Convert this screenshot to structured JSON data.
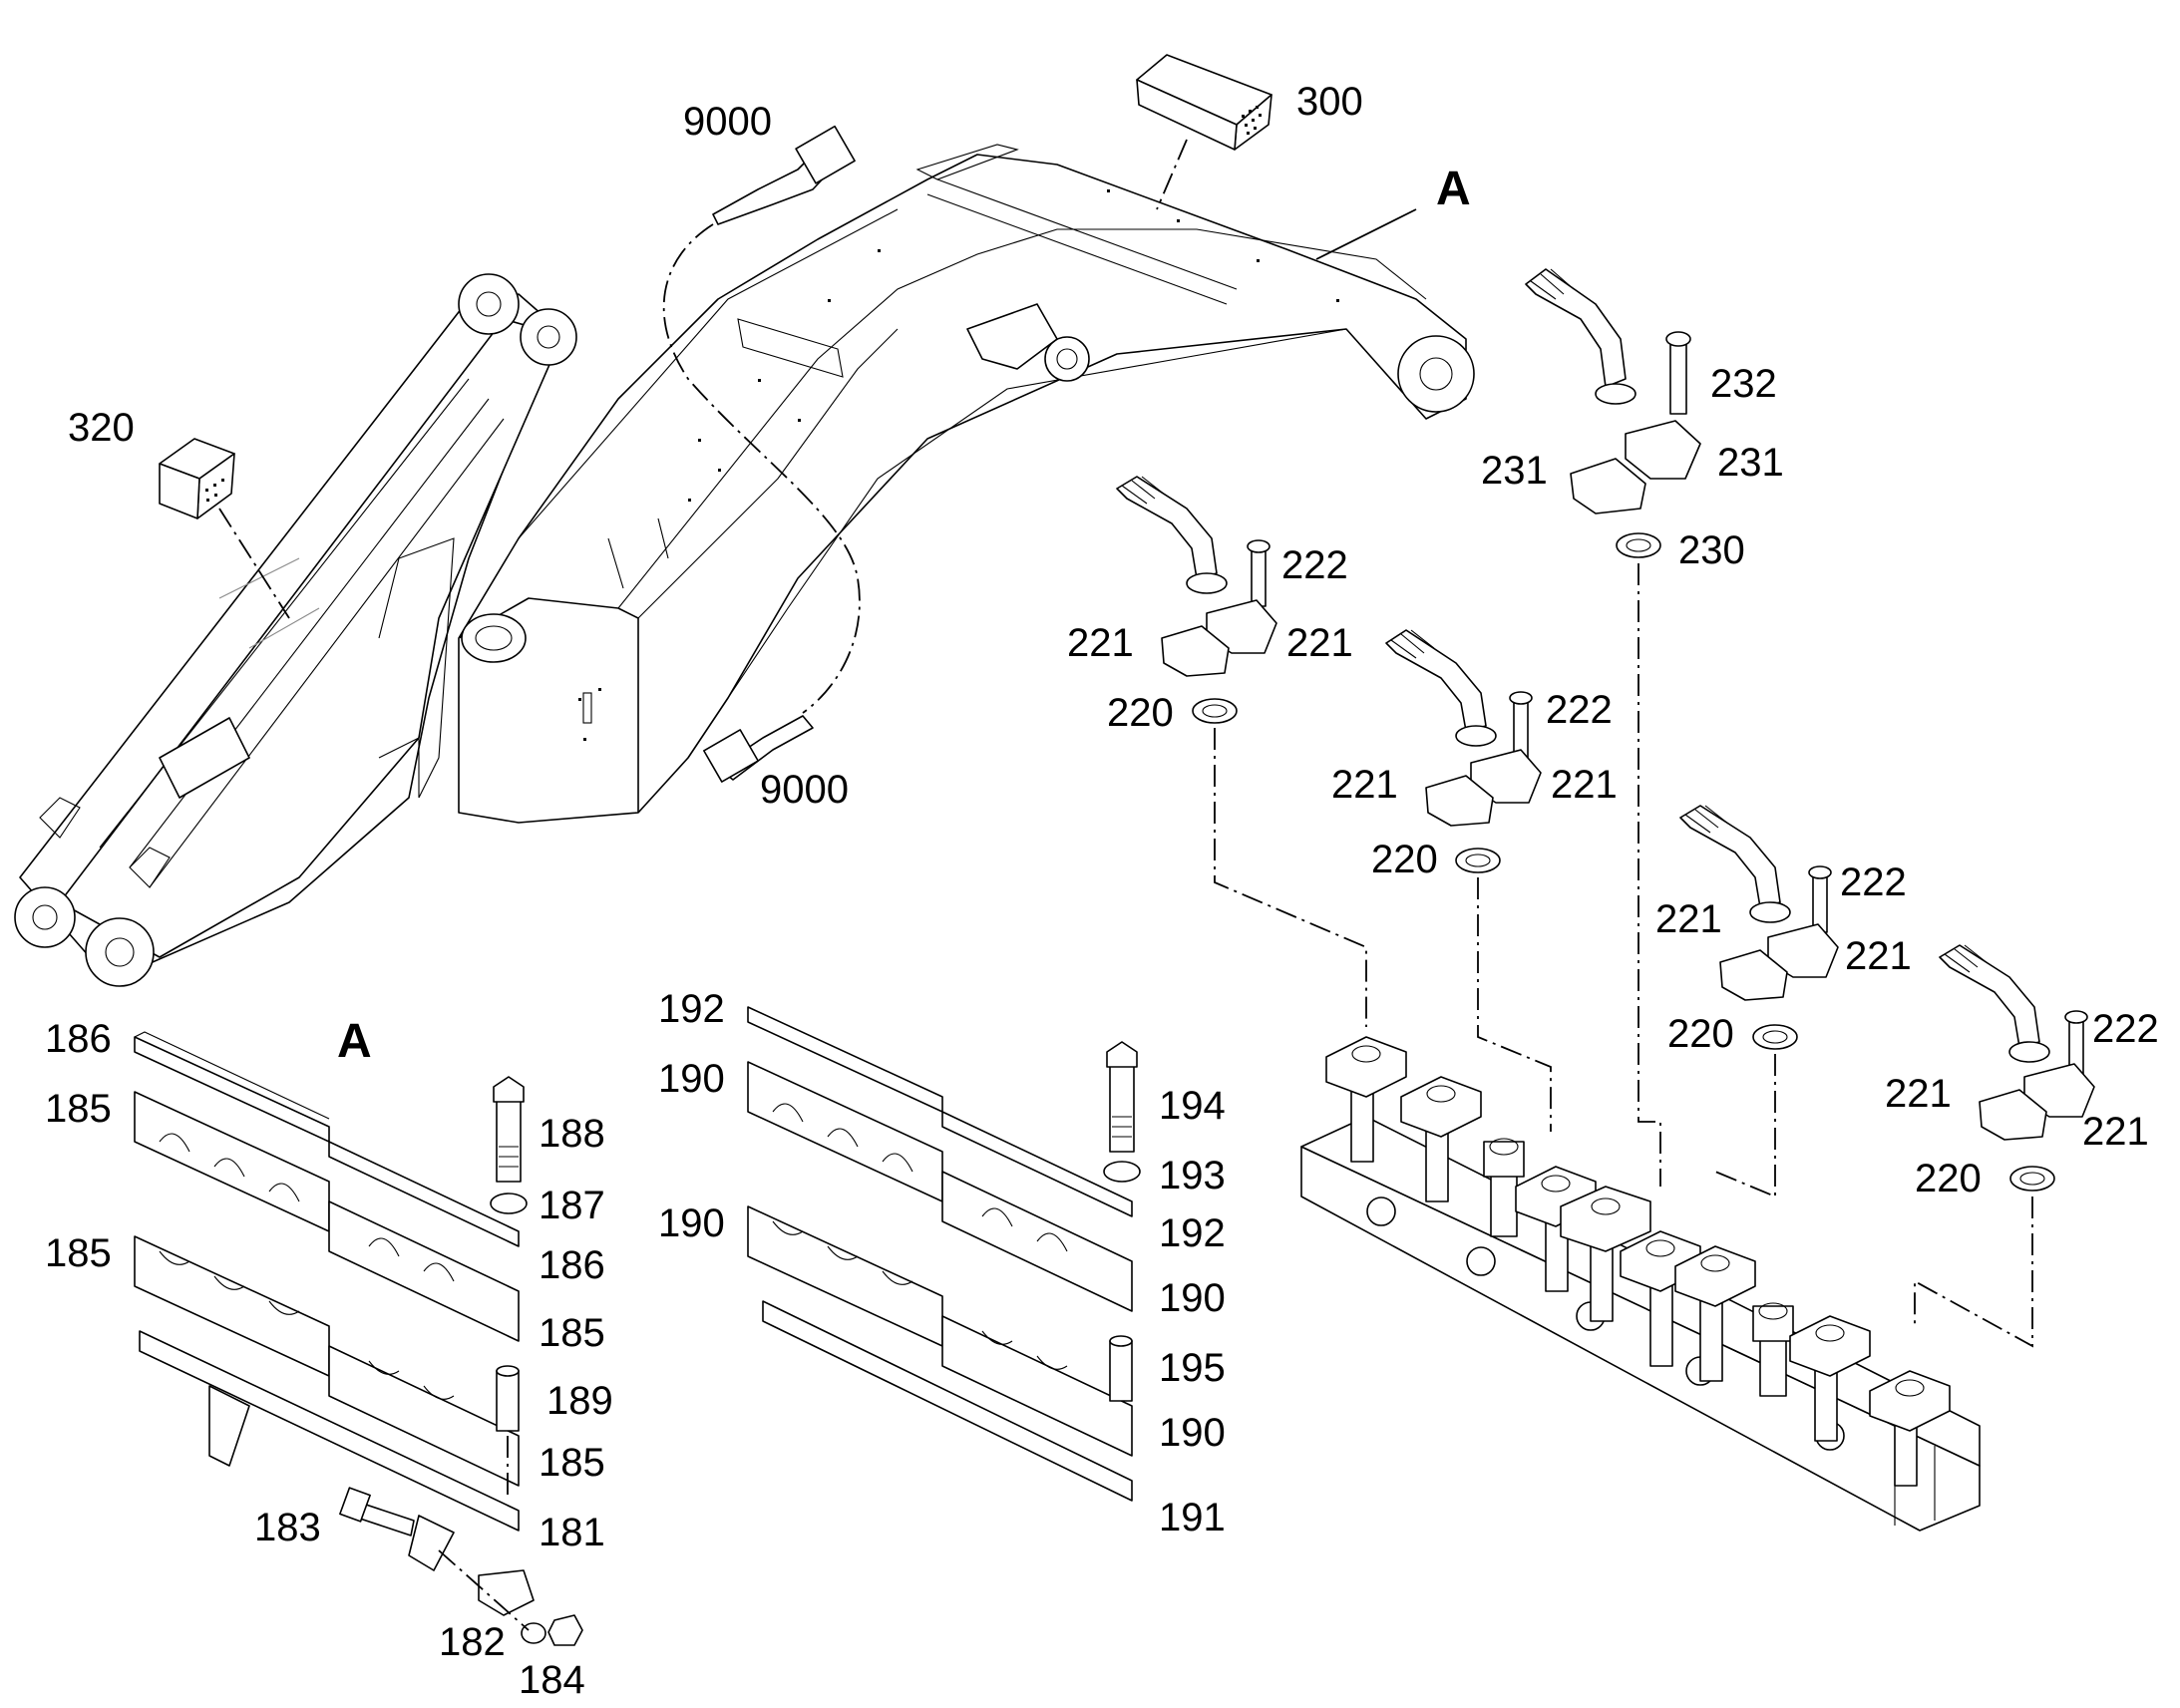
{
  "callouts": {
    "p9000_top": "9000",
    "p9000_bottom": "9000",
    "p300": "300",
    "detail_ref": "A",
    "p320": "320",
    "p232": "232",
    "p231_left": "231",
    "p231_right": "231",
    "p230": "230",
    "p222_a": "222",
    "p221_a_left": "221",
    "p221_a_right": "221",
    "p220_a": "220",
    "p222_b": "222",
    "p221_b_left": "221",
    "p221_b_right": "221",
    "p220_b": "220",
    "p222_c": "222",
    "p221_c_left": "221",
    "p221_c_right": "221",
    "p220_c": "220",
    "p222_d": "222",
    "p221_d_left": "221",
    "p221_d_right": "221",
    "p220_d": "220"
  },
  "detail_a": {
    "title": "A",
    "p186_top": "186",
    "p185_1": "185",
    "p185_2": "185",
    "p188": "188",
    "p187": "187",
    "p186_right": "186",
    "p185_right_1": "185",
    "p189": "189",
    "p185_right_2": "185",
    "p181": "181",
    "p183": "183",
    "p182": "182",
    "p184": "184",
    "p192_top": "192",
    "p190_1": "190",
    "p190_2": "190",
    "p194": "194",
    "p193": "193",
    "p192_right": "192",
    "p190_right_1": "190",
    "p195": "195",
    "p190_right_2": "190",
    "p191": "191"
  }
}
